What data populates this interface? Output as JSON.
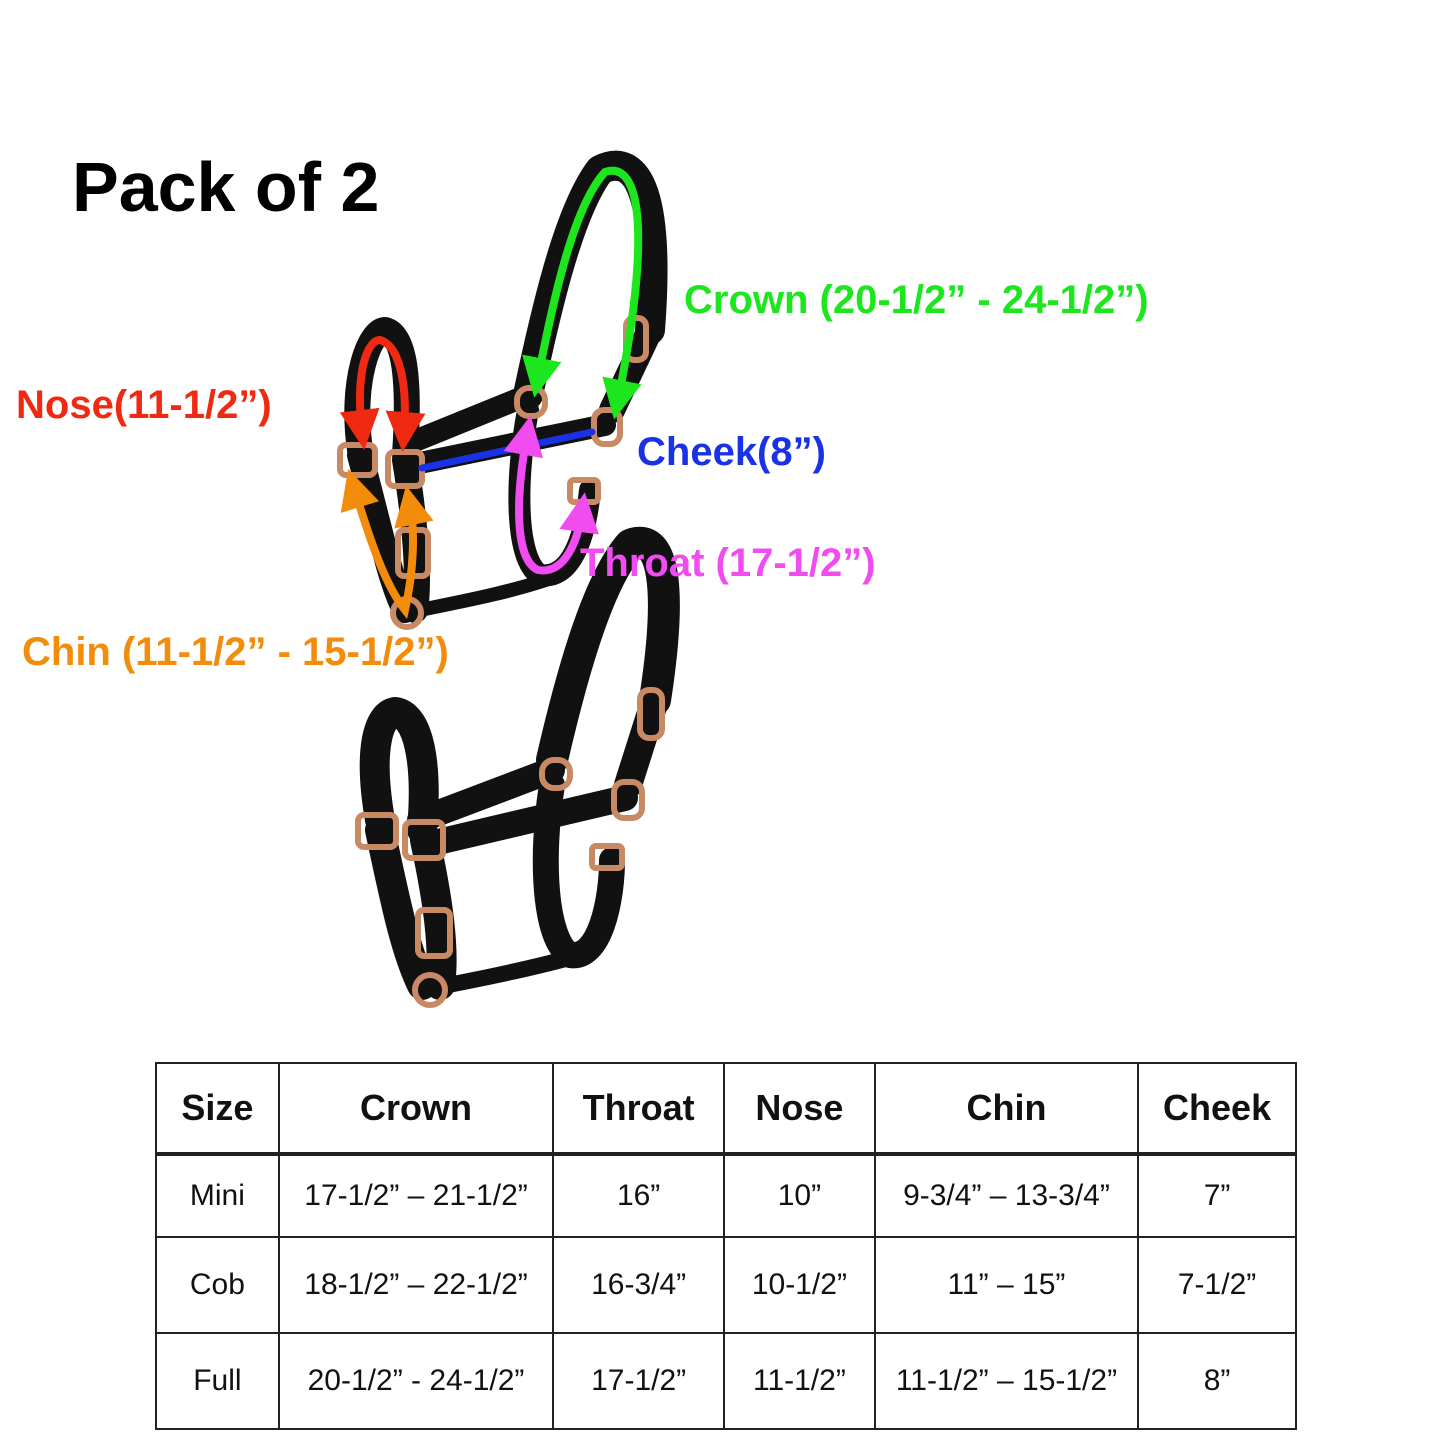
{
  "title": "Pack of 2",
  "colors": {
    "crown": "#1ee61e",
    "nose": "#f02a12",
    "cheek": "#1a32e6",
    "throat": "#f04cf0",
    "chin": "#f28c0a",
    "strap": "#111111",
    "hardware": "#c88a64"
  },
  "labels": {
    "crown": "Crown (20-1/2” - 24-1/2”)",
    "nose": "Nose(11-1/2”)",
    "cheek": "Cheek(8”)",
    "throat": "Throat (17-1/2”)",
    "chin": "Chin (11-1/2” - 15-1/2”)"
  },
  "table": {
    "headers": [
      "Size",
      "Crown",
      "Throat",
      "Nose",
      "Chin",
      "Cheek"
    ],
    "rows": [
      [
        "Mini",
        "17-1/2” – 21-1/2”",
        "16”",
        "10”",
        "9-3/4” – 13-3/4”",
        "7”"
      ],
      [
        "Cob",
        "18-1/2” – 22-1/2”",
        "16-3/4”",
        "10-1/2”",
        "11” – 15”",
        "7-1/2”"
      ],
      [
        "Full",
        "20-1/2” - 24-1/2”",
        "17-1/2”",
        "11-1/2”",
        "11-1/2” – 15-1/2”",
        "8”"
      ]
    ]
  }
}
